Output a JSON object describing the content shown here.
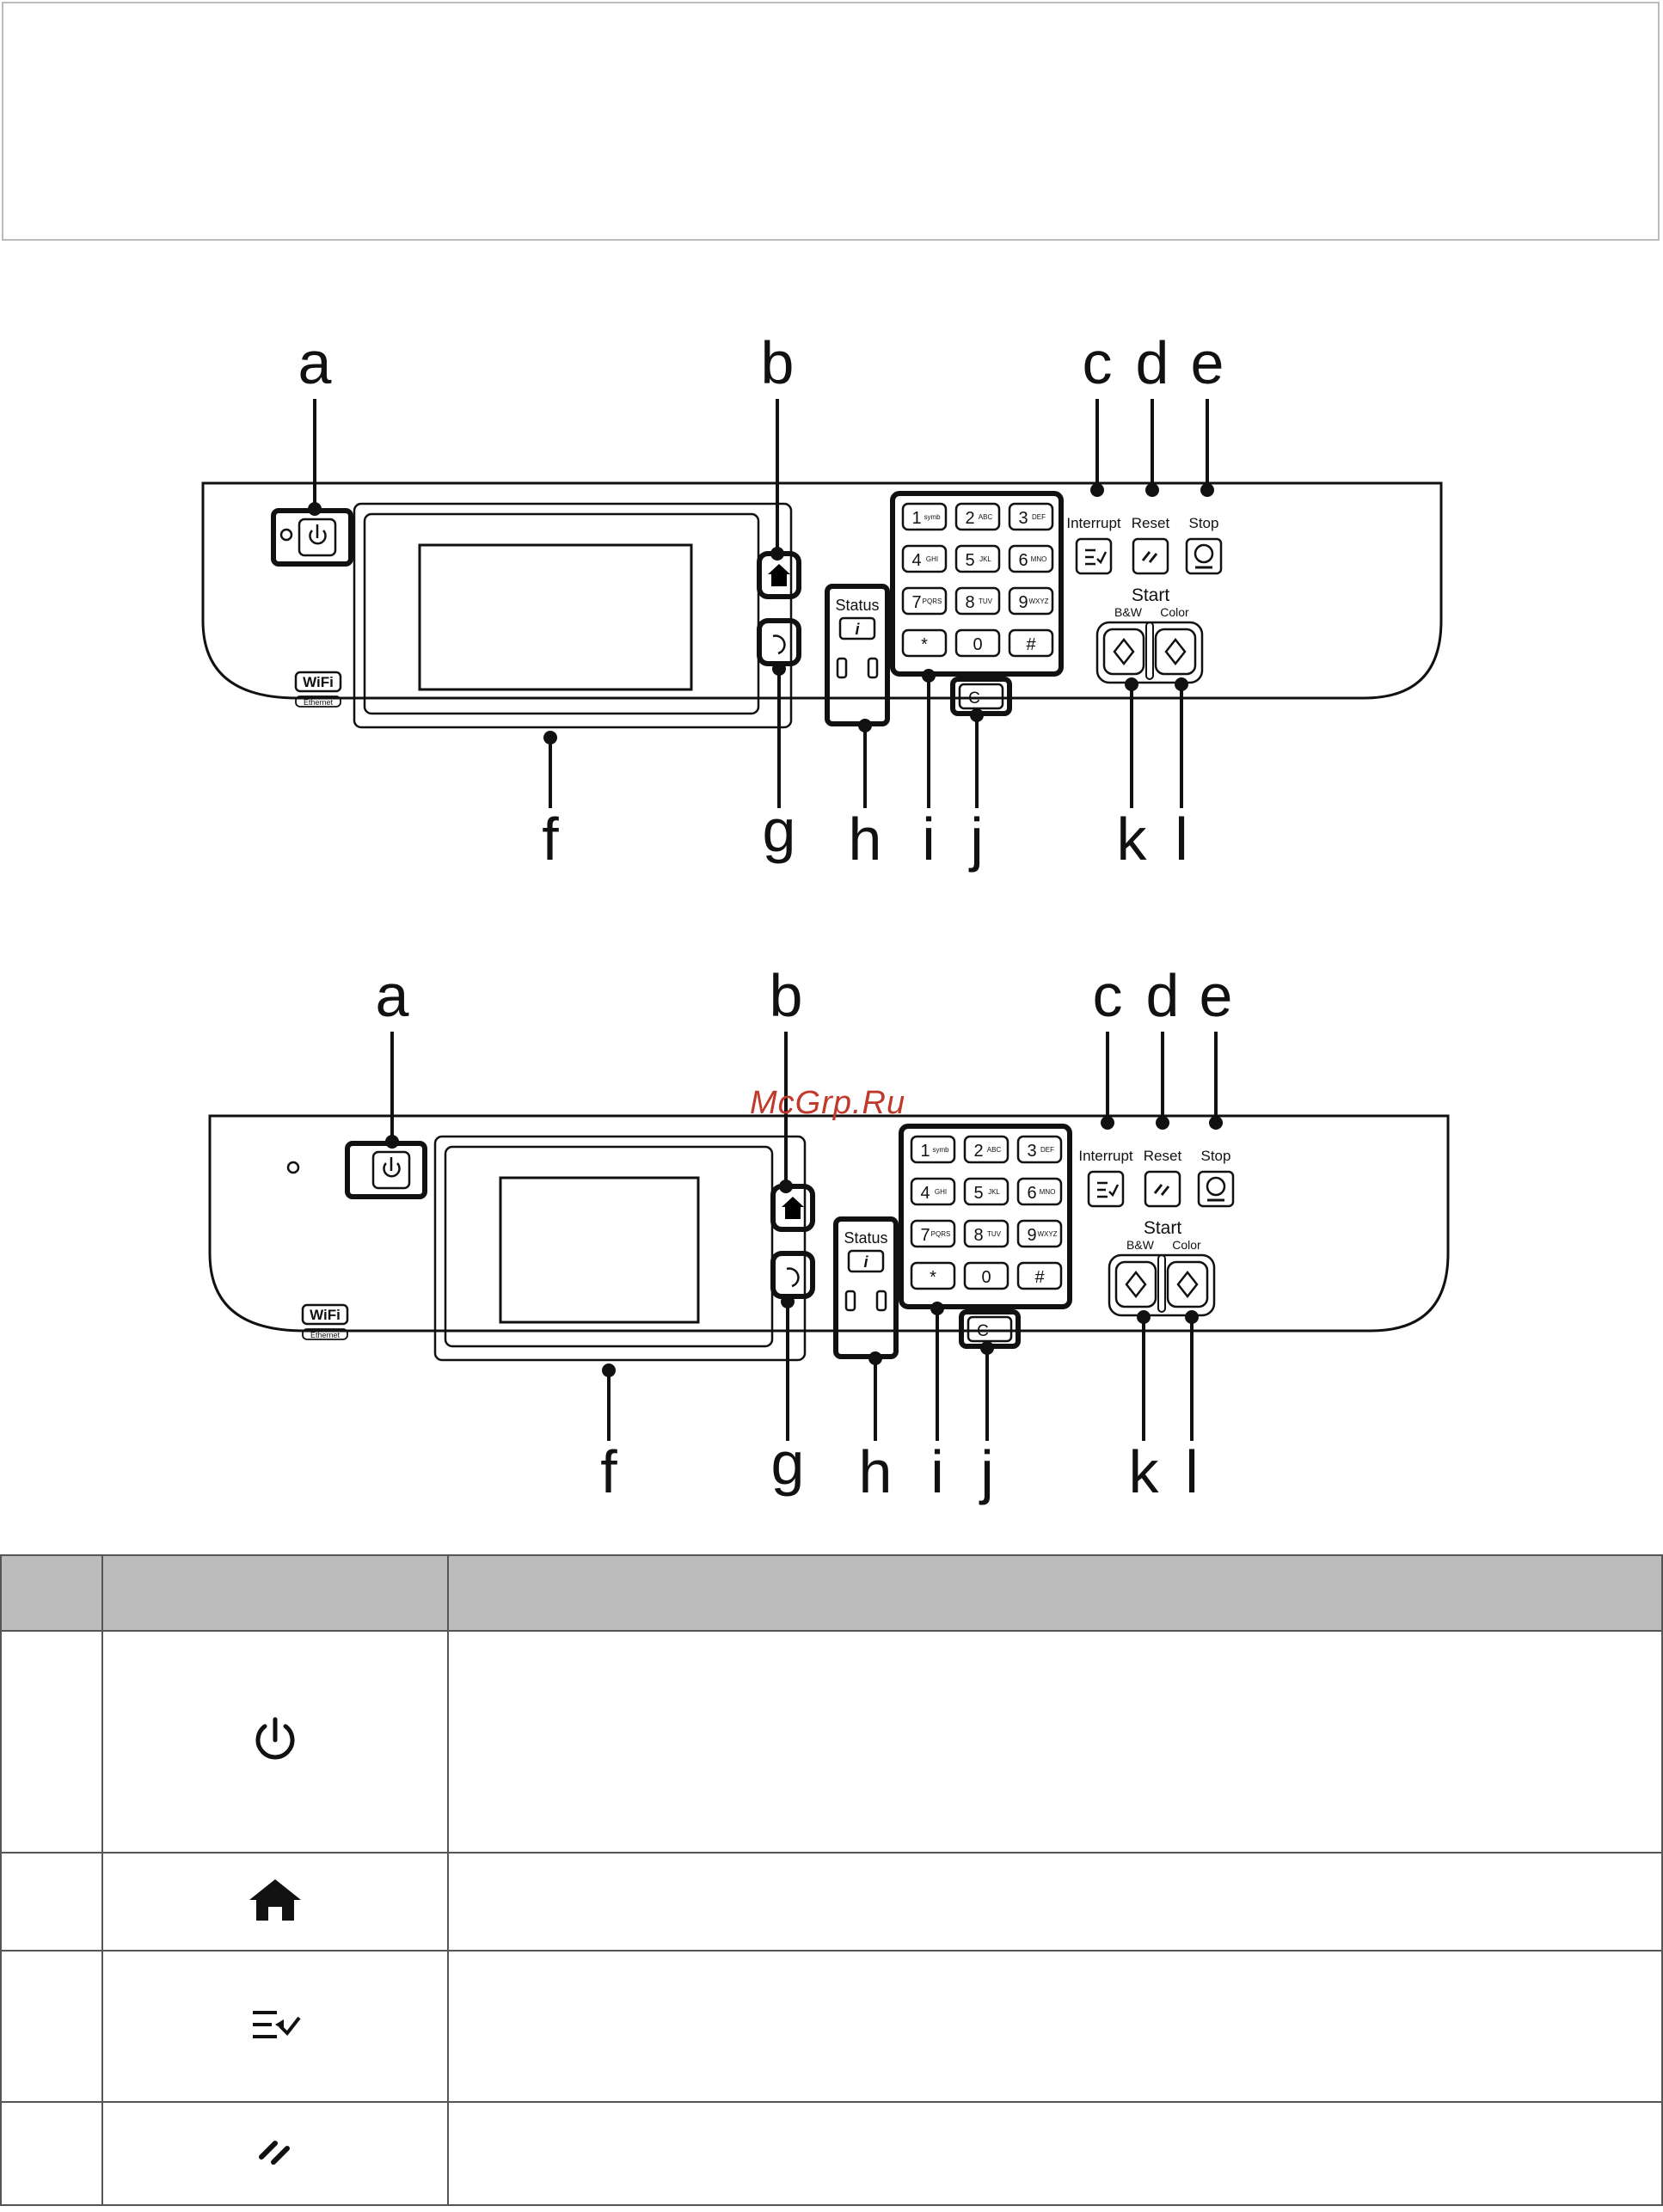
{
  "watermark": "McGrp.Ru",
  "panel": {
    "callouts": [
      "a",
      "b",
      "c",
      "d",
      "e",
      "f",
      "g",
      "h",
      "i",
      "j",
      "k",
      "l"
    ],
    "button_labels": {
      "interrupt": "Interrupt",
      "reset": "Reset",
      "stop": "Stop",
      "status": "Status",
      "start": "Start",
      "bw": "B&W",
      "color": "Color",
      "clear": "C"
    },
    "keypad": [
      {
        "num": "1",
        "sub": "symb"
      },
      {
        "num": "2",
        "sub": "ABC"
      },
      {
        "num": "3",
        "sub": "DEF"
      },
      {
        "num": "4",
        "sub": "GHI"
      },
      {
        "num": "5",
        "sub": "JKL"
      },
      {
        "num": "6",
        "sub": "MNO"
      },
      {
        "num": "7",
        "sub": "PQRS"
      },
      {
        "num": "8",
        "sub": "TUV"
      },
      {
        "num": "9",
        "sub": "WXYZ"
      },
      {
        "num": "*",
        "sub": ""
      },
      {
        "num": "0",
        "sub": ""
      },
      {
        "num": "#",
        "sub": ""
      }
    ],
    "wifi_logo": "WiFi",
    "ethernet_logo": "Ethernet"
  },
  "table": {
    "headers": [
      "",
      "",
      ""
    ],
    "rows": [
      {
        "icon": "power-icon",
        "col1": "",
        "col3": ""
      },
      {
        "icon": "home-icon",
        "col1": "",
        "col3": ""
      },
      {
        "icon": "interrupt-icon",
        "col1": "",
        "col3": ""
      },
      {
        "icon": "reset-icon",
        "col1": "",
        "col3": ""
      }
    ]
  }
}
